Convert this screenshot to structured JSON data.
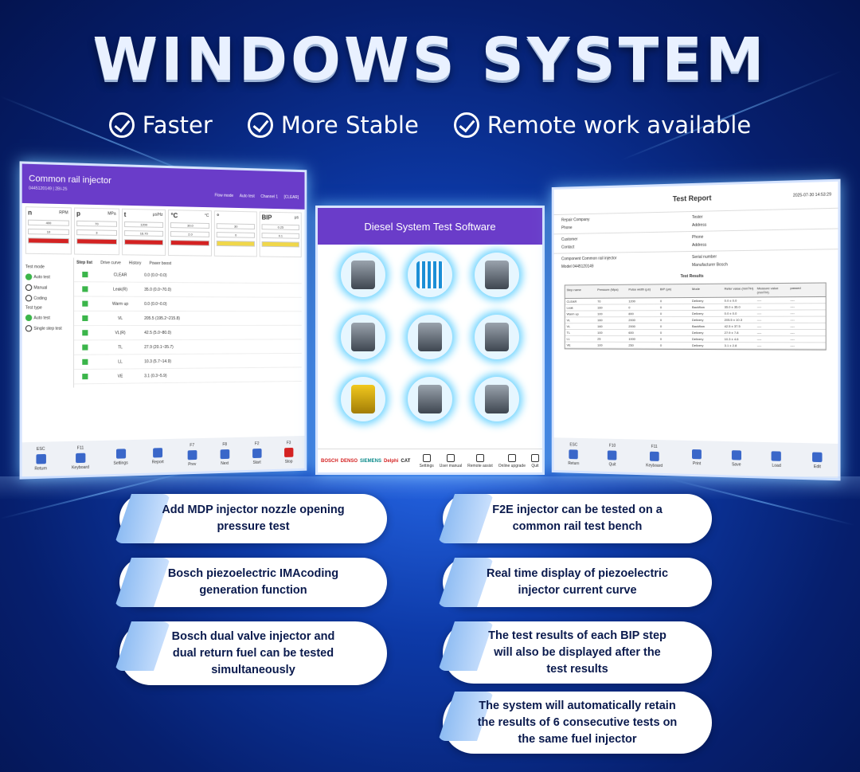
{
  "headline": "WINDOWS SYSTEM",
  "features": [
    "Faster",
    "More Stable",
    "Remote work available"
  ],
  "left_screen": {
    "title": "Common rail injector",
    "subtitle": "0445120149 | 2BI-25",
    "header_right": [
      "Flow mode",
      "Auto test",
      "Channel 1",
      "[CLEAR]"
    ],
    "gauges": [
      {
        "label": "n",
        "unit": "RPM",
        "v1": "400",
        "v2": "10"
      },
      {
        "label": "p",
        "unit": "MPa",
        "v1": "70",
        "v2": "3"
      },
      {
        "label": "t",
        "unit": "μs/Hz",
        "v1": "1200",
        "v2": "16.70"
      },
      {
        "label": "°C",
        "unit": "°C",
        "v1": "30.0",
        "v2": "2.0"
      },
      {
        "label": "°",
        "unit": "",
        "v1": "30",
        "v2": "0"
      },
      {
        "label": "BIP",
        "unit": "μs",
        "v1": "0.25",
        "v2": "0.1"
      }
    ],
    "mode_title": "Test mode",
    "modes": [
      "Auto test",
      "Manual",
      "Coding"
    ],
    "type_title": "Test type",
    "types": [
      "Auto test",
      "Single step test"
    ],
    "tabs": [
      "Step list",
      "Drive curve",
      "History",
      "Power boost"
    ],
    "steps": [
      {
        "name": "CLEAR",
        "value": "0.0 (0.0~0.0)"
      },
      {
        "name": "Leak(R)",
        "value": "35.0 (0.0~70.0)"
      },
      {
        "name": "Warm up",
        "value": "0.0 (0.0~0.0)"
      },
      {
        "name": "VL",
        "value": "205.5 (195.2~215.8)"
      },
      {
        "name": "VL(R)",
        "value": "42.5 (5.0~80.0)"
      },
      {
        "name": "TL",
        "value": "27.9 (20.1~35.7)"
      },
      {
        "name": "LL",
        "value": "10.3 (5.7~14.9)"
      },
      {
        "name": "VE",
        "value": "3.1 (0.3~5.9)"
      }
    ],
    "footer": [
      {
        "key": "ESC",
        "label": "Return"
      },
      {
        "key": "F11",
        "label": "Keyboard"
      },
      {
        "key": "",
        "label": "Settings"
      },
      {
        "key": "",
        "label": "Report"
      },
      {
        "key": "F7",
        "label": "Prev"
      },
      {
        "key": "F8",
        "label": "Next"
      },
      {
        "key": "F2",
        "label": "Start"
      },
      {
        "key": "F3",
        "label": "Stop"
      }
    ]
  },
  "center_screen": {
    "title": "Diesel System Test Software",
    "brands": [
      "BOSCH",
      "DENSO",
      "SIEMENS",
      "Delphi",
      "CAT"
    ],
    "footer": [
      "Settings",
      "User manual",
      "Remote assist",
      "Online upgrade",
      "Quit"
    ]
  },
  "right_screen": {
    "title": "Test Report",
    "date": "2025-07-30 14:53:29",
    "fields": [
      [
        "Repair Company",
        "Tester"
      ],
      [
        "Phone",
        "Address"
      ],
      [
        "Customer",
        "Phone"
      ],
      [
        "Contact",
        "Address"
      ],
      [
        "Component  Common rail injector",
        "Serial number"
      ],
      [
        "Model  0445120149",
        "Manufacturer  Bosch"
      ]
    ],
    "table_title": "Test Results",
    "columns": [
      "Step name",
      "Pressure (Mpa)",
      "Pulse width (μs)",
      "BIP (μs)",
      "Mode",
      "Refer value (mm³/H)",
      "Measure value (mm³/H)",
      "passed"
    ],
    "rows": [
      [
        "CLEAR",
        "70",
        "1200",
        "0",
        "Delivery",
        "0.0 ± 0.0",
        "----",
        "----"
      ],
      [
        "Leak",
        "160",
        "0",
        "0",
        "Backflow",
        "35.0 ± 35.0",
        "----",
        "----"
      ],
      [
        "Warm up",
        "100",
        "800",
        "0",
        "Delivery",
        "0.0 ± 0.0",
        "----",
        "----"
      ],
      [
        "VL",
        "160",
        "2000",
        "0",
        "Delivery",
        "205.5 ± 10.3",
        "----",
        "----"
      ],
      [
        "VL",
        "160",
        "2000",
        "0",
        "Backflow",
        "42.5 ± 37.5",
        "----",
        "----"
      ],
      [
        "TL",
        "100",
        "600",
        "0",
        "Delivery",
        "27.9 ± 7.8",
        "----",
        "----"
      ],
      [
        "LL",
        "25",
        "1000",
        "0",
        "Delivery",
        "10.3 ± 4.6",
        "----",
        "----"
      ],
      [
        "VE",
        "100",
        "250",
        "0",
        "Delivery",
        "3.1 ± 2.8",
        "----",
        "----"
      ]
    ],
    "footer": [
      {
        "key": "ESC",
        "label": "Return"
      },
      {
        "key": "F10",
        "label": "Quit"
      },
      {
        "key": "F11",
        "label": "Keyboard"
      },
      {
        "key": "",
        "label": "Print"
      },
      {
        "key": "",
        "label": "Save"
      },
      {
        "key": "",
        "label": "Load"
      },
      {
        "key": "",
        "label": "Edit"
      }
    ]
  },
  "pills_left": [
    "Add MDP injector nozzle opening\npressure test",
    "Bosch piezoelectric IMAcoding\ngeneration function",
    "Bosch dual valve injector and\ndual return fuel can be tested\nsimultaneously"
  ],
  "pills_right": [
    "F2E injector can be tested on a\ncommon rail test bench",
    "Real time display of piezoelectric\ninjector current curve",
    "The test results of each BIP step\nwill also be displayed after the\ntest results",
    "The system will automatically retain\nthe results of 6 consecutive tests on\nthe same fuel injector"
  ]
}
